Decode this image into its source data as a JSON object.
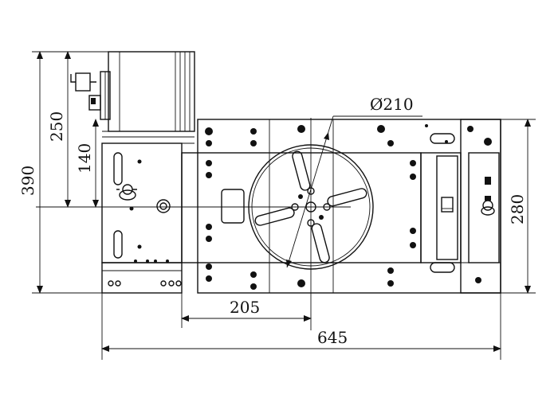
{
  "drawing": {
    "dimensions": {
      "total_height": "390",
      "upper_height": "250",
      "motor_height": "140",
      "table_diameter": "Ø210",
      "right_height": "280",
      "center_offset": "205",
      "total_length": "645"
    }
  }
}
